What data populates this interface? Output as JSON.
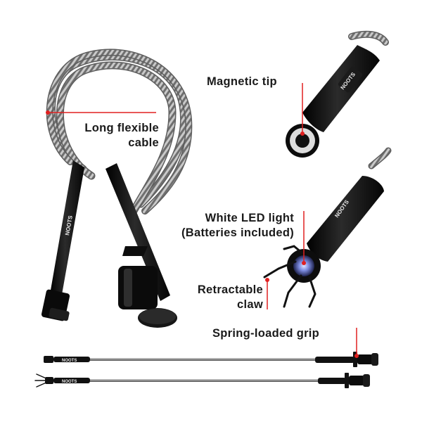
{
  "annotations": {
    "cable_line1": "Long flexible",
    "cable_line2": "cable",
    "magnetic_tip": "Magnetic tip",
    "led_line1": "White LED light",
    "led_line2": "(Batteries included)",
    "claw_line1": "Retractable",
    "claw_line2": "claw",
    "grip": "Spring-loaded grip"
  },
  "brand_logo": "NOOTS",
  "colors": {
    "accent_line": "#e02020",
    "tool_body": "#111111",
    "cable_steel": "#a8a8a8",
    "led_glow": "#6a7bd8"
  }
}
